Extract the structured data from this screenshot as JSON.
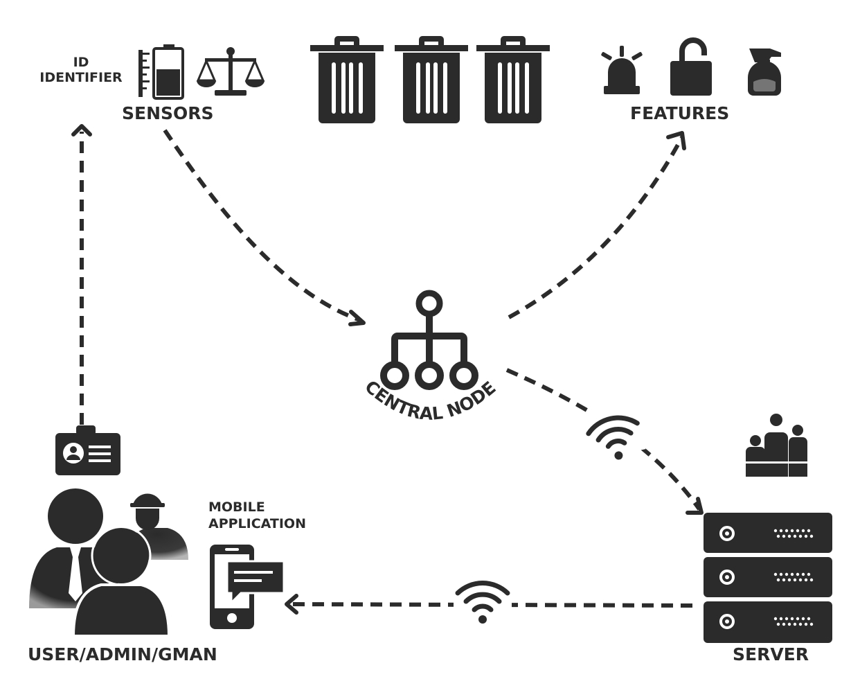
{
  "labels": {
    "id_identifier": [
      "ID",
      "IDENTIFIER"
    ],
    "sensors": "SENSORS",
    "features": "FEATURES",
    "central_node": "CENTRAL NODE",
    "mobile_application": [
      "MOBILE",
      "APPLICATION"
    ],
    "user": "USER/ADMIN/GMAN",
    "server": "SERVER"
  },
  "icons": {
    "sensors": [
      "battery-level-icon",
      "balance-scale-icon"
    ],
    "bins": [
      "trash-bin-icon",
      "trash-bin-icon",
      "trash-bin-icon"
    ],
    "features": [
      "siren-alarm-icon",
      "unlocked-padlock-icon",
      "spray-bottle-icon"
    ],
    "central_node": "network-hierarchy-icon",
    "id_card": "id-card-icon",
    "users": "user-group-icon",
    "worker": "hardhat-worker-icon",
    "mobile": "smartphone-message-icon",
    "server": "server-rack-icon",
    "server_users": "people-ranking-icon",
    "wireless": "wifi-icon"
  },
  "colors": {
    "icon": "#2b2b2b",
    "line": "#2b2b2b",
    "background": "#ffffff"
  }
}
